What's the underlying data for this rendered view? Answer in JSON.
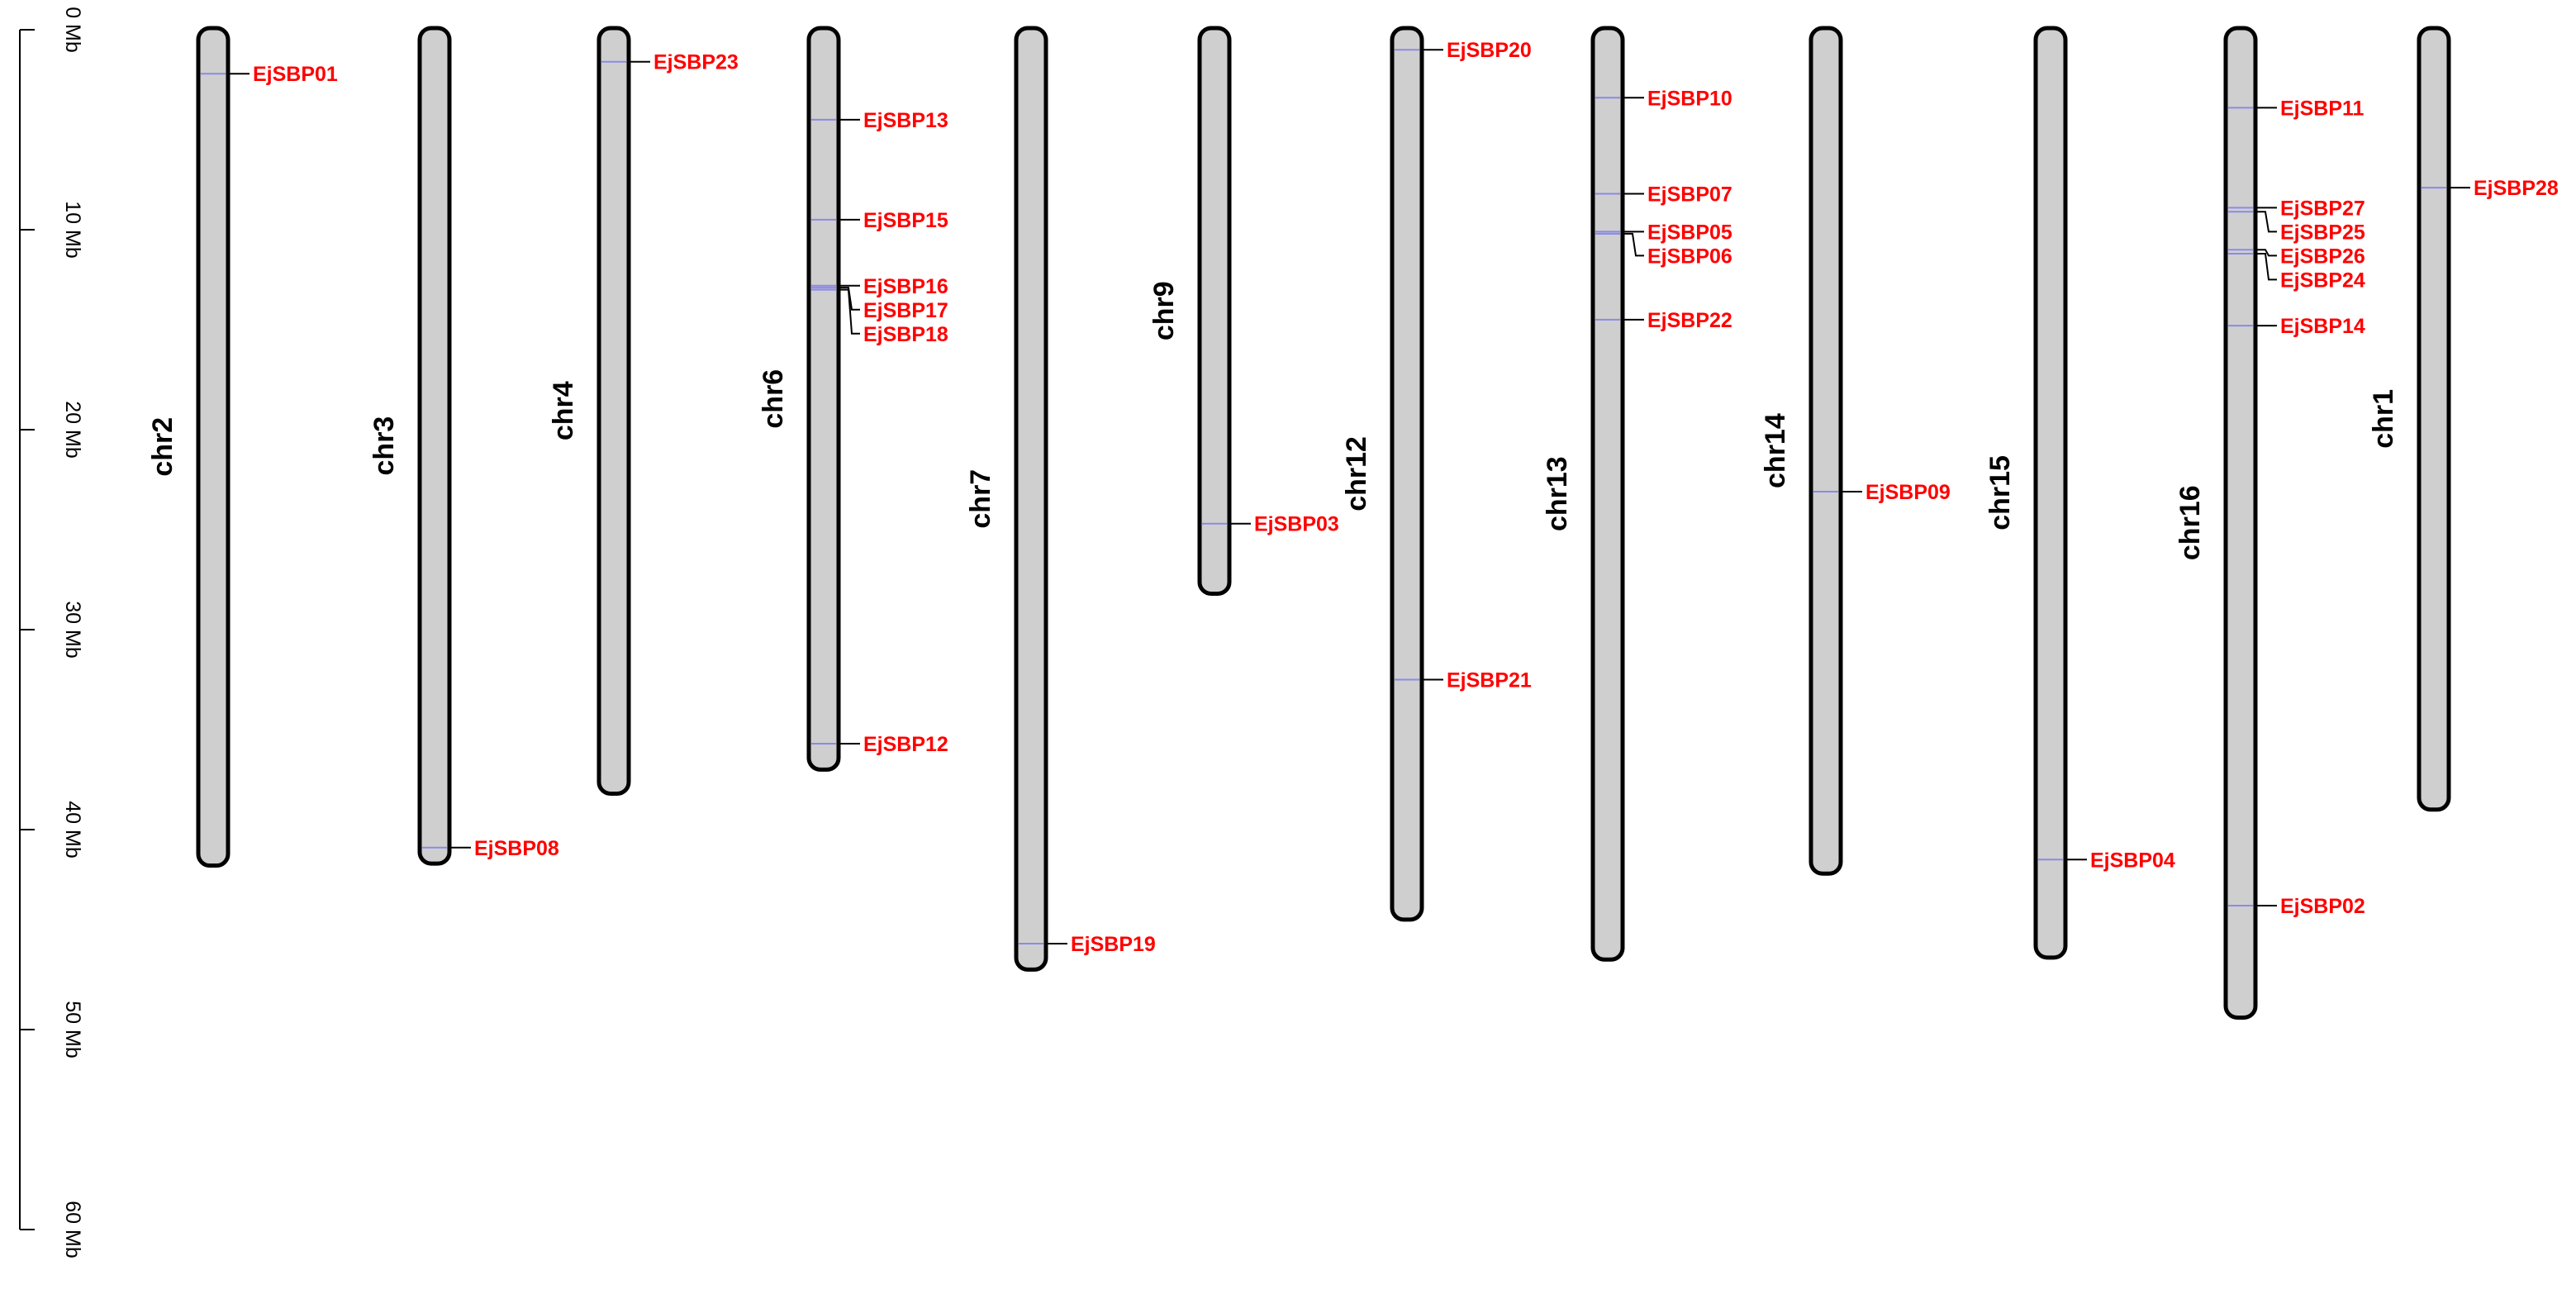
{
  "scale": {
    "unit": "Mb",
    "max": 60,
    "ticks": [
      {
        "value": 0,
        "label": "0 Mb"
      },
      {
        "value": 10,
        "label": "10 Mb"
      },
      {
        "value": 20,
        "label": "20 Mb"
      },
      {
        "value": 30,
        "label": "30 Mb"
      },
      {
        "value": 40,
        "label": "40 Mb"
      },
      {
        "value": 50,
        "label": "50 Mb"
      },
      {
        "value": 60,
        "label": "60 Mb"
      }
    ]
  },
  "colors": {
    "chromosome_fill": "#cfcfcf",
    "chromosome_outline": "#000000",
    "gene_label": "#ff0000",
    "gene_marker": "#8a8ae6"
  },
  "chromosomes": [
    {
      "name": "chr2",
      "length_mb": 41.8,
      "genes": [
        {
          "id": "EjSBP01",
          "pos_mb": 2.2
        }
      ]
    },
    {
      "name": "chr3",
      "length_mb": 41.7,
      "genes": [
        {
          "id": "EjSBP08",
          "pos_mb": 40.9
        }
      ]
    },
    {
      "name": "chr4",
      "length_mb": 38.2,
      "genes": [
        {
          "id": "EjSBP23",
          "pos_mb": 1.6
        }
      ]
    },
    {
      "name": "chr6",
      "length_mb": 37.0,
      "genes": [
        {
          "id": "EjSBP13",
          "pos_mb": 4.5
        },
        {
          "id": "EjSBP15",
          "pos_mb": 9.5
        },
        {
          "id": "EjSBP16",
          "pos_mb": 12.8
        },
        {
          "id": "EjSBP17",
          "pos_mb": 12.9
        },
        {
          "id": "EjSBP18",
          "pos_mb": 13.0
        },
        {
          "id": "EjSBP12",
          "pos_mb": 35.7
        }
      ]
    },
    {
      "name": "chr7",
      "length_mb": 47.0,
      "genes": [
        {
          "id": "EjSBP19",
          "pos_mb": 45.7
        }
      ]
    },
    {
      "name": "chr9",
      "length_mb": 28.2,
      "genes": [
        {
          "id": "EjSBP03",
          "pos_mb": 24.7
        }
      ]
    },
    {
      "name": "chr12",
      "length_mb": 44.5,
      "genes": [
        {
          "id": "EjSBP20",
          "pos_mb": 1.0
        },
        {
          "id": "EjSBP21",
          "pos_mb": 32.5
        }
      ]
    },
    {
      "name": "chr13",
      "length_mb": 46.5,
      "genes": [
        {
          "id": "EjSBP10",
          "pos_mb": 3.4
        },
        {
          "id": "EjSBP07",
          "pos_mb": 8.2
        },
        {
          "id": "EjSBP05",
          "pos_mb": 10.1
        },
        {
          "id": "EjSBP06",
          "pos_mb": 10.2
        },
        {
          "id": "EjSBP22",
          "pos_mb": 14.5
        }
      ]
    },
    {
      "name": "chr14",
      "length_mb": 42.2,
      "genes": [
        {
          "id": "EjSBP09",
          "pos_mb": 23.1
        }
      ]
    },
    {
      "name": "chr15",
      "length_mb": 46.4,
      "genes": [
        {
          "id": "EjSBP04",
          "pos_mb": 41.5
        }
      ]
    },
    {
      "name": "chr16",
      "length_mb": 49.4,
      "genes": [
        {
          "id": "EjSBP11",
          "pos_mb": 3.9
        },
        {
          "id": "EjSBP27",
          "pos_mb": 8.9
        },
        {
          "id": "EjSBP25",
          "pos_mb": 9.1
        },
        {
          "id": "EjSBP26",
          "pos_mb": 11.0
        },
        {
          "id": "EjSBP24",
          "pos_mb": 11.2
        },
        {
          "id": "EjSBP14",
          "pos_mb": 14.8
        },
        {
          "id": "EjSBP02",
          "pos_mb": 43.8
        }
      ]
    },
    {
      "name": "chr1",
      "label_text": "chr1",
      "length_mb": 39.0,
      "genes": [
        {
          "id": "EjSBP28",
          "pos_mb": 7.9
        }
      ]
    }
  ]
}
